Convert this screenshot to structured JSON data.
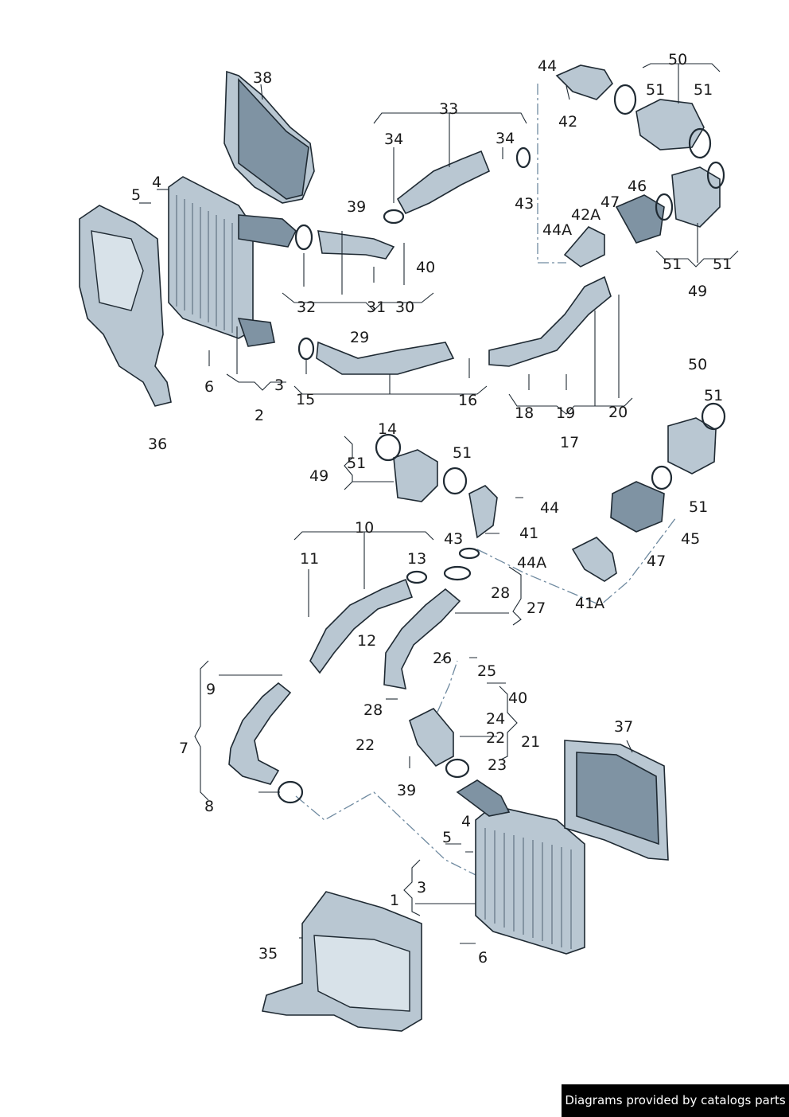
{
  "diagram": {
    "labels": [
      "38",
      "4",
      "5",
      "6",
      "3",
      "2",
      "36",
      "39",
      "34",
      "33",
      "34",
      "31",
      "32",
      "30",
      "40",
      "29",
      "15",
      "16",
      "43",
      "44",
      "42",
      "50",
      "51",
      "51",
      "46",
      "47",
      "42A",
      "44A",
      "51",
      "51",
      "49",
      "18",
      "19",
      "20",
      "17",
      "14",
      "51",
      "49",
      "51",
      "44",
      "41",
      "10",
      "11",
      "13",
      "43",
      "44A",
      "12",
      "28",
      "27",
      "50",
      "51",
      "51",
      "45",
      "47",
      "41A",
      "9",
      "7",
      "8",
      "26",
      "25",
      "40",
      "28",
      "24",
      "22",
      "22",
      "21",
      "23",
      "39",
      "37",
      "4",
      "5",
      "3",
      "1",
      "35",
      "6"
    ]
  },
  "footer": {
    "credit": "Diagrams provided by catalogs parts"
  }
}
